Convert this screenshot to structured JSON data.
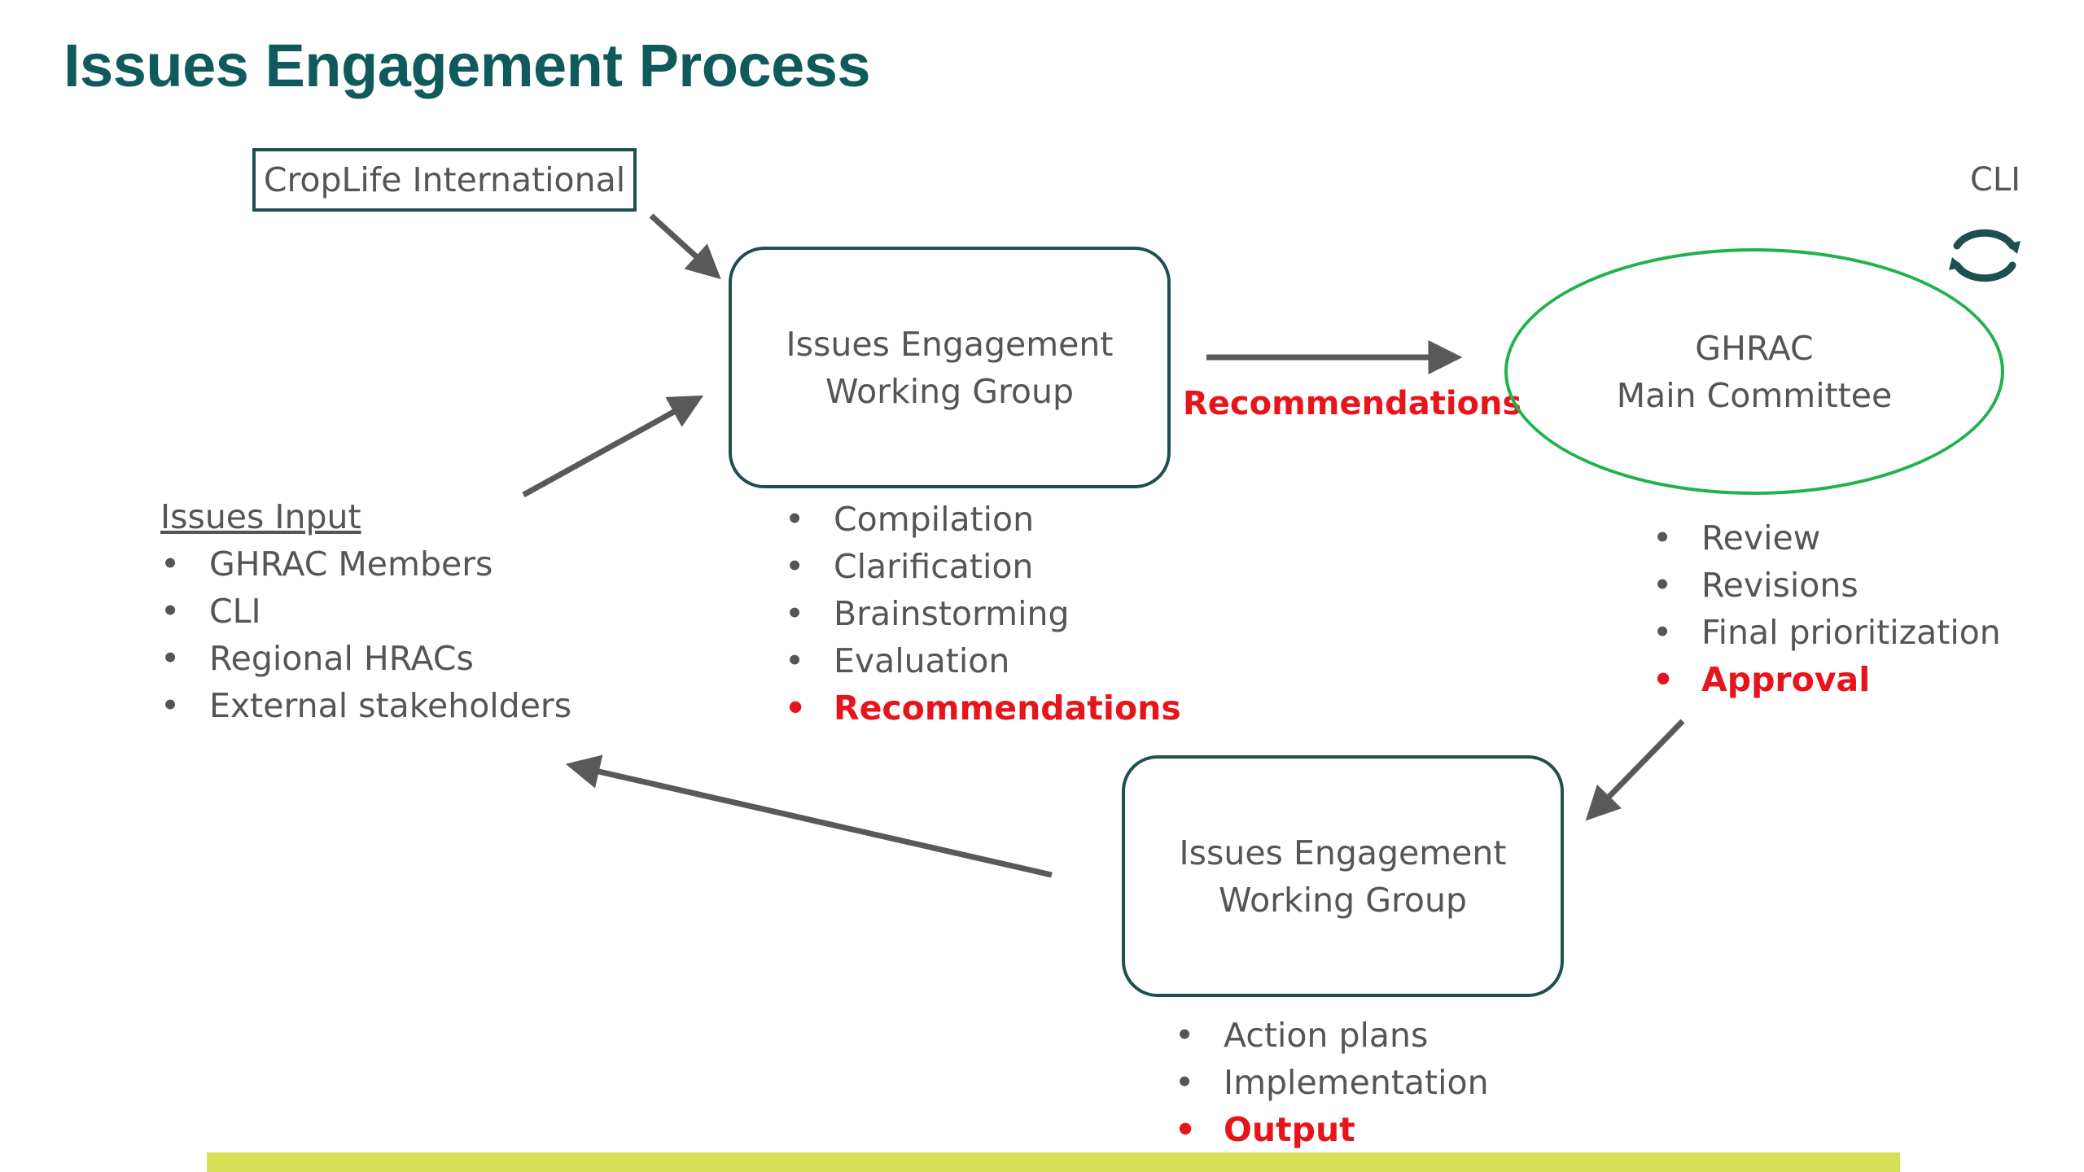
{
  "title": "Issues Engagement Process",
  "colors": {
    "title": "#0f5b5b",
    "box_border": "#1f4f4f",
    "ellipse_border": "#22b14c",
    "text": "#555555",
    "highlight": "#e8141b",
    "arrow": "#595959",
    "footer_bar": "#d4e157",
    "cycle_icon": "#1f4f4f"
  },
  "source": {
    "label": "CropLife International"
  },
  "nodes": {
    "working_group_top": {
      "line1": "Issues Engagement",
      "line2": "Working Group"
    },
    "ghrac": {
      "line1": "GHRAC",
      "line2": "Main Committee"
    },
    "working_group_bottom": {
      "line1": "Issues Engagement",
      "line2": "Working Group"
    }
  },
  "edge_label": "Recommendations",
  "cli_label": "CLI",
  "issues_input": {
    "heading": "Issues Input",
    "items": [
      "GHRAC Members",
      "CLI",
      "Regional HRACs",
      "External stakeholders"
    ]
  },
  "working_group_tasks": {
    "items": [
      "Compilation",
      "Clarification",
      "Brainstorming",
      "Evaluation",
      "Recommendations"
    ],
    "highlight_index": 4
  },
  "ghrac_tasks": {
    "items": [
      "Review",
      "Revisions",
      "Final prioritization",
      "Approval"
    ],
    "highlight_index": 3
  },
  "working_group_bottom_tasks": {
    "items": [
      "Action plans",
      "Implementation",
      "Output"
    ],
    "highlight_index": 2
  }
}
